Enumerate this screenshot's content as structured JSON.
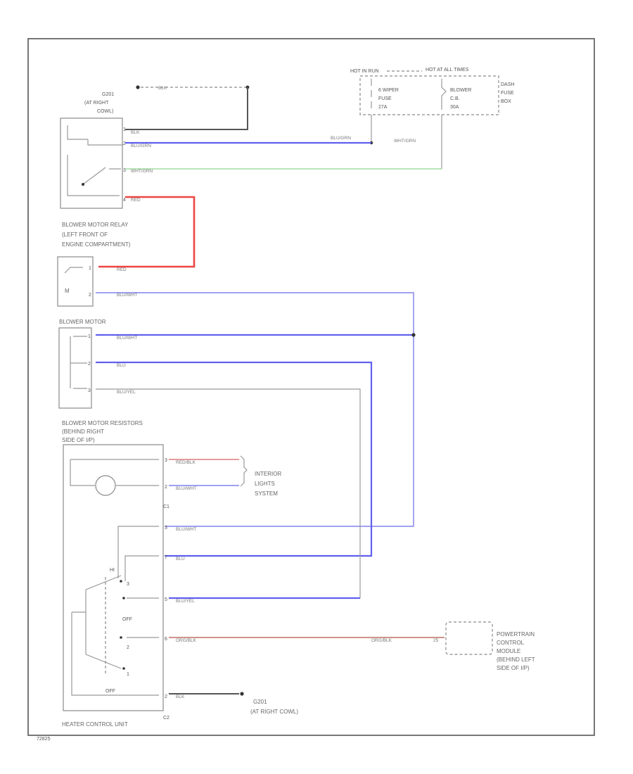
{
  "labels": {
    "g201_top": "G201",
    "g201_top_loc": "(AT RIGHT",
    "g201_top_loc2": "COWL)",
    "hot_in_run": "HOT IN RUN",
    "hot_at_all_times": "HOT AT ALL TIMES",
    "fuse_line1": "6 WIPER",
    "fuse_line2": "FUSE",
    "fuse_line3": "27A",
    "cb_line1": "BLOWER",
    "cb_line2": "C.B.",
    "cb_line3": "30A",
    "dash_fuse_box1": "DASH",
    "dash_fuse_box2": "FUSE",
    "dash_fuse_box3": "BOX",
    "relay_line1": "BLOWER MOTOR RELAY",
    "relay_line2": "(LEFT FRONT OF",
    "relay_line3": "ENGINE COMPARTMENT)",
    "motor_symbol": "M",
    "blower_motor": "BLOWER MOTOR",
    "resistor_line1": "BLOWER MOTOR RESISTORS",
    "resistor_line2": "(BEHIND RIGHT",
    "resistor_line3": "SIDE OF I/P)",
    "interior_line1": "INTERIOR",
    "interior_line2": "LIGHTS",
    "interior_line3": "SYSTEM",
    "c1": "C1",
    "c2": "C2",
    "sw_hi": "HI",
    "sw_off": "OFF",
    "sw_3": "3",
    "sw_2": "2",
    "sw_1": "1",
    "sw_off2": "OFF",
    "pcm_line1": "POWERTRAIN",
    "pcm_line2": "CONTROL",
    "pcm_line3": "MODULE",
    "pcm_line4": "(BEHIND LEFT",
    "pcm_line5": "SIDE OF I/P)",
    "g201_bottom": "G201",
    "g201_bottom_loc": "(AT RIGHT COWL)",
    "heater_control_unit": "HEATER CONTROL UNIT",
    "figure_id": "72825"
  },
  "wires": {
    "blk_top": "BLK",
    "relay_blk": "BLK",
    "relay_blu_grn": "BLU/GRN",
    "fuse_blu_grn": "BLU/GRN",
    "relay_wht_grn": "WHT/GRN",
    "fuse_wht_grn": "WHT/GRN",
    "relay_red": "RED",
    "motor_red": "RED",
    "motor_blu_wht": "BLU/WHT",
    "bm_blu_wht": "BLU/WHT",
    "bm_blu": "BLU",
    "bm_blu_yel": "BLU/YEL",
    "c1_red_blk": "RED/BLK",
    "c1_blu_wht": "BLU/WHT",
    "c2_blu_wht": "BLU/WHT",
    "c2_blu": "BLU",
    "c2_blu_yel": "BLU/YEL",
    "c2_org_blk": "ORG/BLK",
    "pcm_org_blk": "ORG/BLK",
    "pcm_pin": "25",
    "c2_blk": "BLK"
  },
  "pins": {
    "relay_1": "1",
    "relay_2": "2",
    "relay_3": "3",
    "relay_4": "4",
    "motor_1": "1",
    "motor_2": "2",
    "bm_1": "1",
    "bm_2": "2",
    "bm_3": "3",
    "c1_3": "3",
    "c1_2": "2",
    "c2_3": "3",
    "c2_7": "7",
    "c2_5": "5",
    "c2_6": "6",
    "c2_2": "2"
  }
}
